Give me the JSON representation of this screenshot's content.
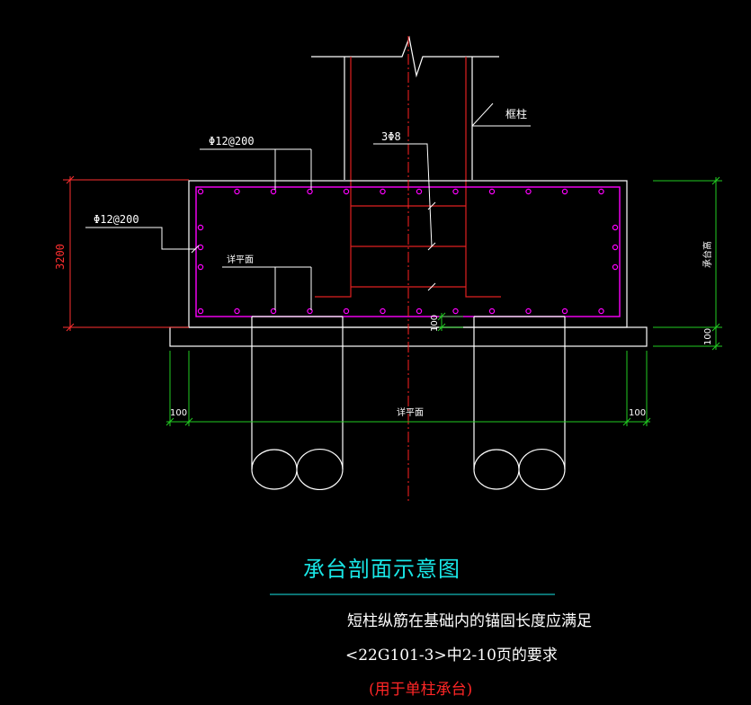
{
  "labels": {
    "column": "框柱",
    "stirrup": "3Φ8",
    "top_bar": "Φ12@200",
    "side_bar": "Φ12@200",
    "flat_face_left": "详平面",
    "cap_height_vertical": "3200",
    "cap_height_right": "承台高",
    "bottom_100": "100",
    "cushion_100": "100",
    "left_100": "100",
    "right_100": "100",
    "flat_face_bottom": "详平面"
  },
  "title": "承台剖面示意图",
  "notes": {
    "line1": "短柱纵筋在基础内的锚固长度应满足",
    "line2": "<22G101-3>中2-10页的要求",
    "line3": "(用于单柱承台)"
  },
  "colors": {
    "background": "#000000",
    "outline": "#ffffff",
    "rebar": "#ff00ff",
    "column_bar": "#e02020",
    "dimension": "#22cc22",
    "axis": "#ff2020",
    "title": "#19e6e6",
    "dim_red": "#ff3030"
  }
}
